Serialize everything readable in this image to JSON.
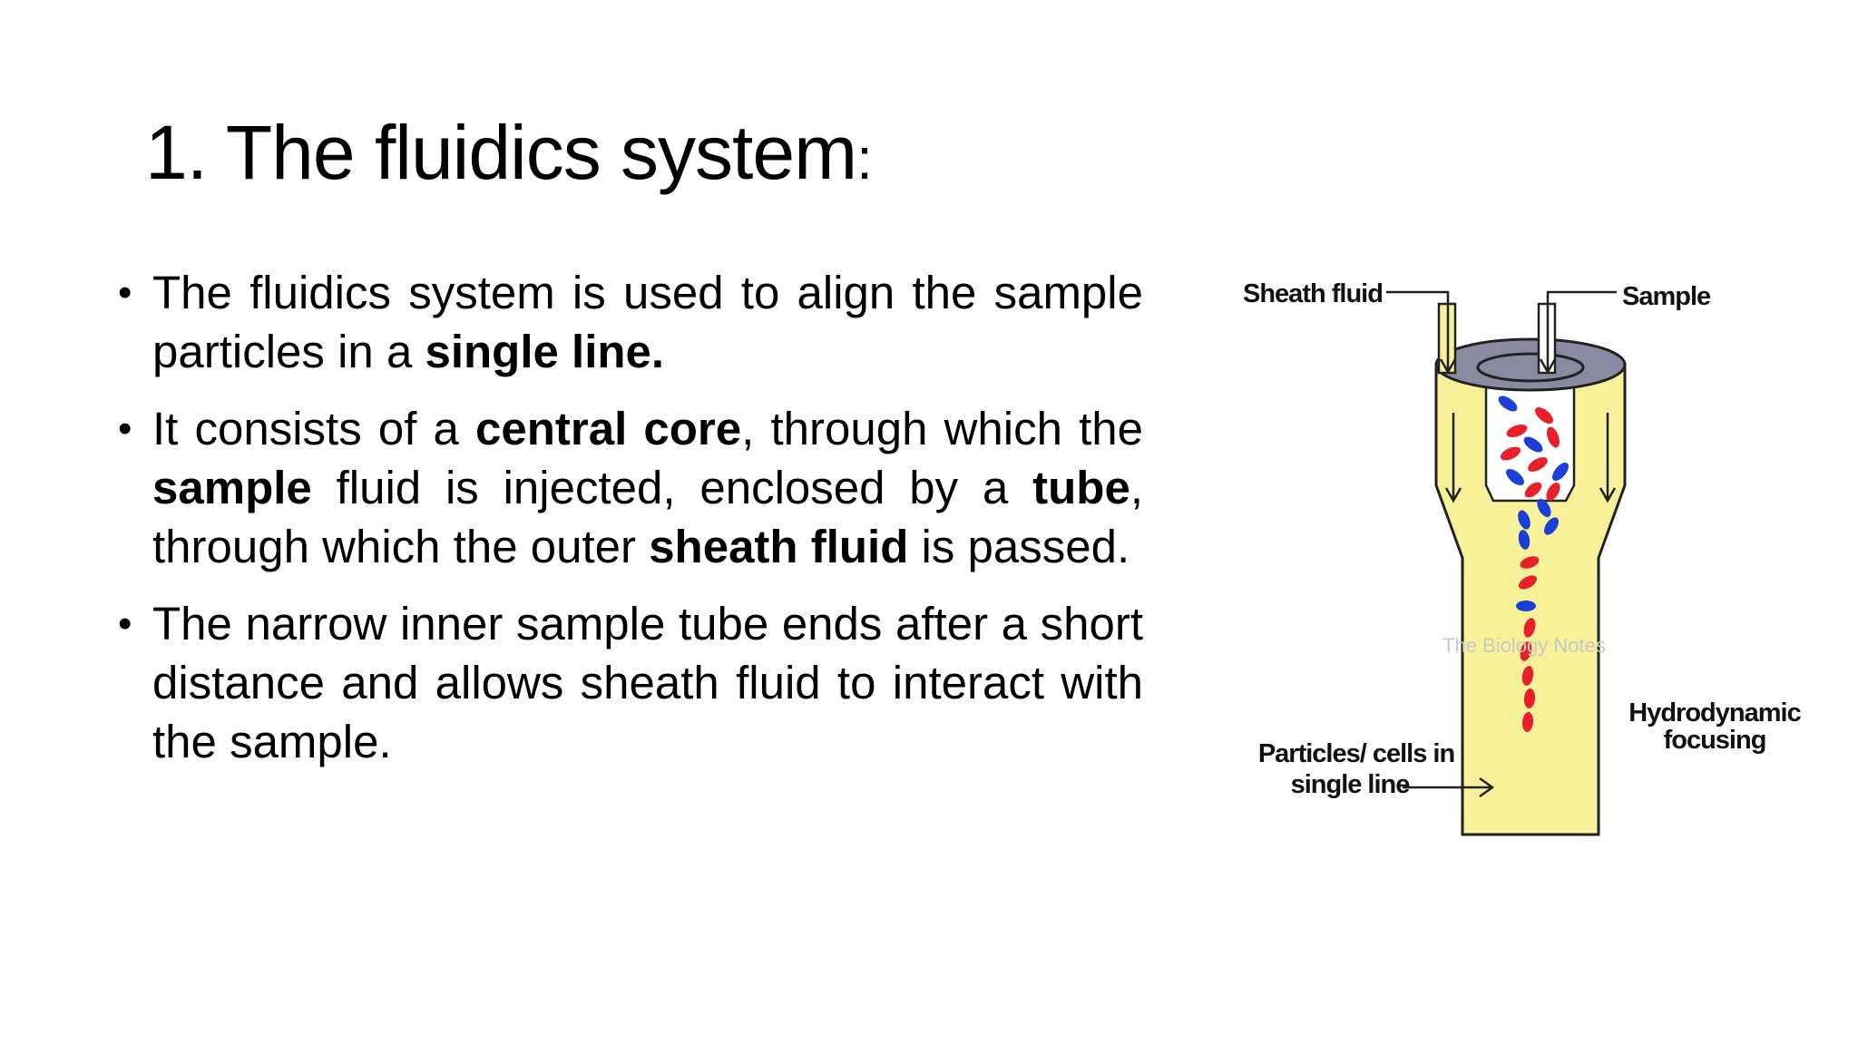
{
  "slide": {
    "title": "1. The fluidics system",
    "title_colon": ":",
    "bullets": [
      {
        "parts": [
          {
            "text": "The fluidics system is used to align the sample particles in a ",
            "bold": false
          },
          {
            "text": "single line.",
            "bold": true
          }
        ]
      },
      {
        "parts": [
          {
            "text": "It consists of a ",
            "bold": false
          },
          {
            "text": "central core",
            "bold": true
          },
          {
            "text": ", through which the ",
            "bold": false
          },
          {
            "text": "sample",
            "bold": true
          },
          {
            "text": " fluid is injected, enclosed by a ",
            "bold": false
          },
          {
            "text": "tube",
            "bold": true
          },
          {
            "text": ", through which the outer ",
            "bold": false
          },
          {
            "text": "sheath fluid",
            "bold": true
          },
          {
            "text": " is passed.",
            "bold": false
          }
        ]
      },
      {
        "parts": [
          {
            "text": "The narrow inner sample tube ends after a short distance and allows sheath fluid to interact with the sample.",
            "bold": false
          }
        ]
      }
    ]
  },
  "diagram": {
    "labels": {
      "sheath_fluid": "Sheath fluid",
      "sample": "Sample",
      "hydrodynamic_line1": "Hydrodynamic",
      "hydrodynamic_line2": "focusing",
      "particles_line1": "Particles/ cells in",
      "particles_line2": "single line",
      "watermark": "The Biology Notes"
    },
    "colors": {
      "tube_fill": "#f7f29a",
      "tube_top": "#8a8aa0",
      "red_cell": "#e8202a",
      "blue_cell": "#1c3fd8",
      "outline": "#222222"
    }
  }
}
